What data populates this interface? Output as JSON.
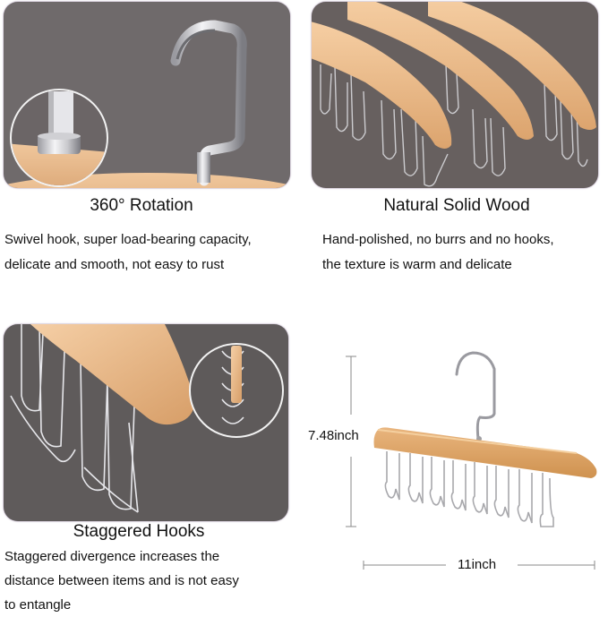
{
  "features": [
    {
      "title": "360° Rotation",
      "description_lines": [
        "Swivel hook, super load-bearing capacity,",
        "delicate and smooth, not easy to rust"
      ],
      "image": "swivel-chrome-hook-closeup"
    },
    {
      "title": "Natural Solid Wood",
      "description_lines": [
        "Hand-polished, no burrs and no hooks,",
        "the texture is warm and delicate"
      ],
      "image": "wooden-hanger-arms-closeup"
    },
    {
      "title": "Staggered Hooks",
      "description_lines": [
        "Staggered divergence increases the",
        "distance between items and is not easy",
        "to entangle"
      ],
      "image": "staggered-wire-hooks-closeup"
    }
  ],
  "dimensions": {
    "height": "7.48inch",
    "width": "11inch",
    "image": "wooden-hanger-with-hooks-product"
  },
  "colors": {
    "panel_bg": "#6e6868",
    "wood": "#e8b88a",
    "chrome": "#d8d8dc",
    "text": "#111111"
  }
}
